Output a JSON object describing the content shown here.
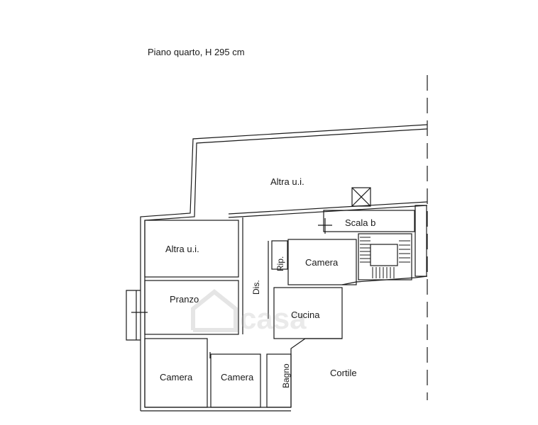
{
  "plan": {
    "title": "Piano quarto, H 295 cm",
    "rooms": {
      "altra_ui_top": "Altra u.i.",
      "scala_b": "Scala b",
      "altra_ui_left": "Altra u.i.",
      "camera_right": "Camera",
      "rip": "Rip.",
      "dis": "Dis.",
      "pranzo": "Pranzo",
      "cucina": "Cucina",
      "camera_bottom_left": "Camera",
      "camera_bottom_middle": "Camera",
      "bagno": "Bagno",
      "cortile": "Cortile"
    },
    "watermark": {
      "text": "casa",
      "logo": "house-icon"
    },
    "colors": {
      "wall": "#1a1a1a",
      "background": "#ffffff",
      "watermark": "#bdbdbd"
    }
  }
}
